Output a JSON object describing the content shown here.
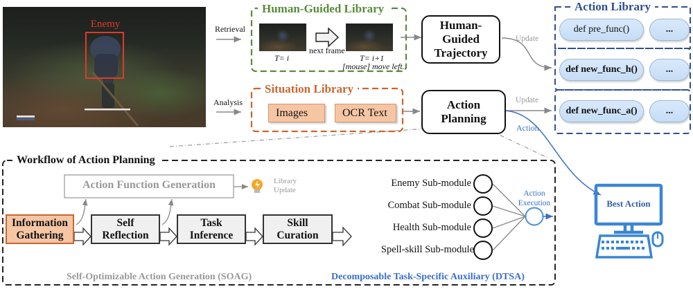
{
  "game_screenshot": {
    "enemy_label": "Enemy",
    "colors": {
      "enemy_box": "#e03a2a"
    }
  },
  "flow_labels": {
    "retrieval": "Retrieval",
    "analysis": "Analysis",
    "update_top": "Update",
    "update_bottom": "Update",
    "action": "Action"
  },
  "human_guided_library": {
    "title": "Human-Guided Library",
    "frame_a_caption": "T= i",
    "transition_label": "next frame",
    "frame_b_caption": "T= i+1",
    "frame_b_action": "[mouse] move left..",
    "color": "#5a8a3a"
  },
  "situation_library": {
    "title": "Situation Library",
    "items": [
      "Images",
      "OCR Text"
    ],
    "color": "#c8662e"
  },
  "human_guided_trajectory": {
    "label_lines": [
      "Human-",
      "Guided",
      "Trajectory"
    ]
  },
  "action_planning": {
    "label_lines": [
      "Action",
      "Planning"
    ]
  },
  "action_library": {
    "title": "Action Library",
    "color": "#2f4f8f",
    "groups": [
      {
        "func": "def pre_func()",
        "more": "..."
      },
      {
        "func": "def new_func_h()",
        "more": "..."
      },
      {
        "func": "def new_func_a()",
        "more": "..."
      }
    ]
  },
  "workflow": {
    "title": "Workflow of Action Planning",
    "action_function_generation": "Action Function Generation",
    "library_update": [
      "Library",
      "Update"
    ],
    "steps": [
      {
        "lines": [
          "Information",
          "Gathering"
        ],
        "highlight": true
      },
      {
        "lines": [
          "Self",
          "Reflection"
        ],
        "highlight": false
      },
      {
        "lines": [
          "Task",
          "Inference"
        ],
        "highlight": false
      },
      {
        "lines": [
          "Skill",
          "Curation"
        ],
        "highlight": false
      }
    ],
    "soag_label": "Self-Optimizable Action Generation (SOAG)",
    "dtsa_label": "Decomposable Task-Specific Auxiliary (DTSA)",
    "submodules": [
      "Enemy Sub-module",
      "Combat Sub-module",
      "Health Sub-module",
      "Spell-skill Sub-module"
    ],
    "action_execution": [
      "Action",
      "Execution"
    ]
  },
  "best_action": {
    "label": "Best Action",
    "color": "#3a86d4"
  }
}
